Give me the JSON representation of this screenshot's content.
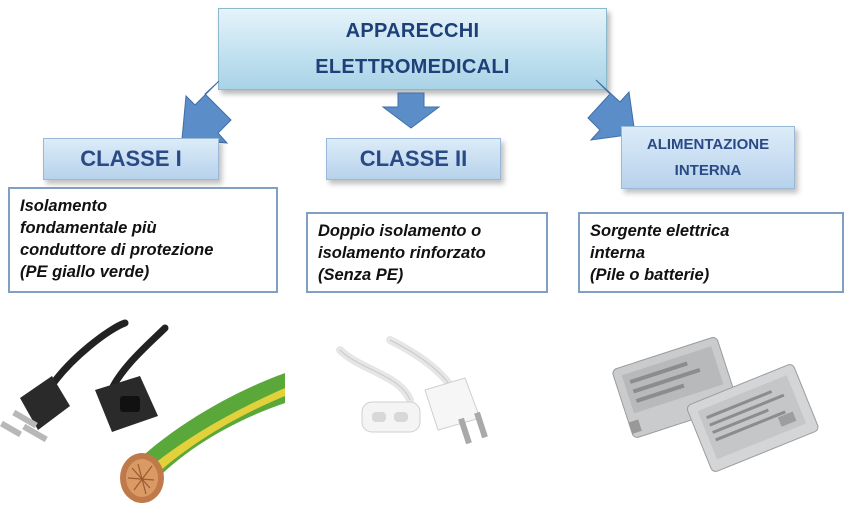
{
  "title": {
    "line1": "APPARECCHI",
    "line2": "ELETTROMEDICALI"
  },
  "classes": [
    {
      "label": "CLASSE I",
      "description": [
        "Isolamento",
        "fondamentale più",
        "conduttore di protezione",
        "(PE giallo verde)"
      ],
      "image": "grounded-plug-cable-and-green-yellow-wire"
    },
    {
      "label": "CLASSE II",
      "description": [
        "Doppio isolamento o",
        "isolamento rinforzato",
        "(Senza PE)"
      ],
      "image": "white-two-pin-plug-cable"
    },
    {
      "label_line1": "ALIMENTAZIONE",
      "label_line2": "INTERNA",
      "description": [
        "Sorgente elettrica",
        "interna",
        "(Pile o batterie)"
      ],
      "image": "rechargeable-batteries"
    }
  ],
  "colors": {
    "title_text": "#1e3f78",
    "box_text": "#2a4a86",
    "arrow": "#5b8ec9",
    "box_fill": "#b7d2ec",
    "title_fill": "#bfe0ef",
    "desc_border": "#7fa0c4",
    "wire_green": "#5aa83a",
    "wire_yellow": "#e2d13a",
    "copper": "#c07a4a"
  }
}
